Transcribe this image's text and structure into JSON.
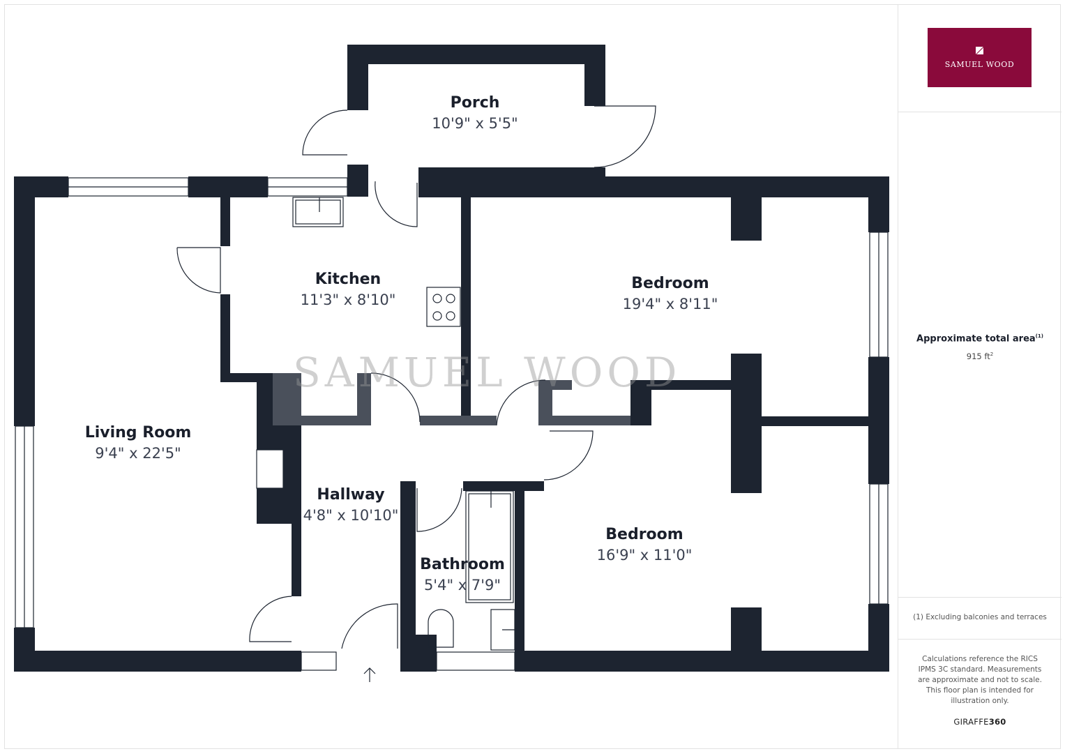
{
  "brand": {
    "logo_text": "SAMUEL WOOD",
    "logo_color": "#8a0a3b",
    "watermark": "SAMUEL WOOD"
  },
  "rooms": [
    {
      "name": "Porch",
      "dimensions": "10'9\" x 5'5\""
    },
    {
      "name": "Kitchen",
      "dimensions": "11'3\" x 8'10\""
    },
    {
      "name": "Bedroom",
      "dimensions": "19'4\" x 8'11\""
    },
    {
      "name": "Living Room",
      "dimensions": "9'4\" x 22'5\""
    },
    {
      "name": "Hallway",
      "dimensions": "4'8\" x 10'10\""
    },
    {
      "name": "Bathroom",
      "dimensions": "5'4\" x 7'9\""
    },
    {
      "name": "Bedroom",
      "dimensions": "16'9\" x 11'0\""
    }
  ],
  "sidebar": {
    "area_title": "Approximate total area",
    "area_footnote_mark": "(1)",
    "area_value": "915 ft",
    "area_unit_sup": "2",
    "footnote": "(1) Excluding balconies and terraces",
    "disclaimer": "Calculations reference the RICS IPMS 3C standard. Measurements are approximate and not to scale. This floor plan is intended for illustration only.",
    "brand_prefix": "GIRAFFE",
    "brand_suffix": "360"
  },
  "colors": {
    "wall": "#1d2430",
    "text_dark": "#1a1f2b"
  }
}
